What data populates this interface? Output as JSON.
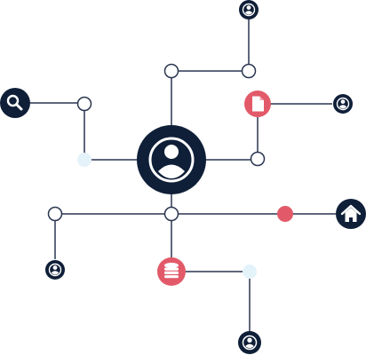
{
  "graphic": {
    "colors": {
      "navy": "#0f1f38",
      "line": "#2a3550",
      "node_fill": "#ffffff",
      "light_fill": "#e4f3f9",
      "accent": "#e25a69"
    },
    "center": {
      "icon": "user-icon"
    },
    "nodes": [
      {
        "name": "search-node",
        "icon": "search-icon"
      },
      {
        "name": "document-node",
        "icon": "document-icon"
      },
      {
        "name": "home-node",
        "icon": "home-icon"
      },
      {
        "name": "database-node",
        "icon": "database-icon"
      },
      {
        "name": "user-node-top",
        "icon": "user-icon"
      },
      {
        "name": "user-node-right",
        "icon": "user-icon"
      },
      {
        "name": "user-node-left",
        "icon": "user-icon"
      },
      {
        "name": "user-node-bottom",
        "icon": "user-icon"
      }
    ]
  }
}
